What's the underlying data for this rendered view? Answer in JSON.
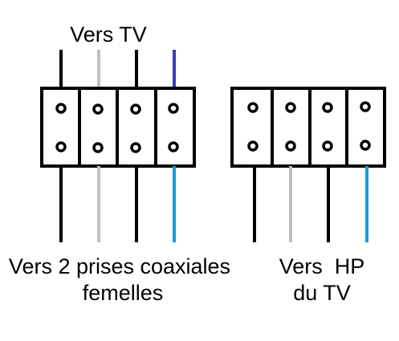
{
  "labels": {
    "top": "Vers TV",
    "bottom_left_line1": "Vers 2 prises coaxiales",
    "bottom_left_line2": "femelles",
    "bottom_right_line1": "Vers  HP",
    "bottom_right_line2": "du TV"
  },
  "colors": {
    "outline": "#000000",
    "wire_black": "#000000",
    "wire_gray": "#c0c0c0",
    "wire_navy": "#3b3bb3",
    "wire_blue": "#1f97d6",
    "background": "#ffffff"
  },
  "left_block": {
    "terminals": 4,
    "top_wires": [
      "wire_black",
      "wire_gray",
      "wire_black",
      "wire_navy"
    ],
    "bottom_wires": [
      "wire_black",
      "wire_gray",
      "wire_black",
      "wire_blue"
    ]
  },
  "right_block": {
    "terminals": 4,
    "bottom_wires": [
      "wire_black",
      "wire_gray",
      "wire_black",
      "wire_blue"
    ]
  }
}
